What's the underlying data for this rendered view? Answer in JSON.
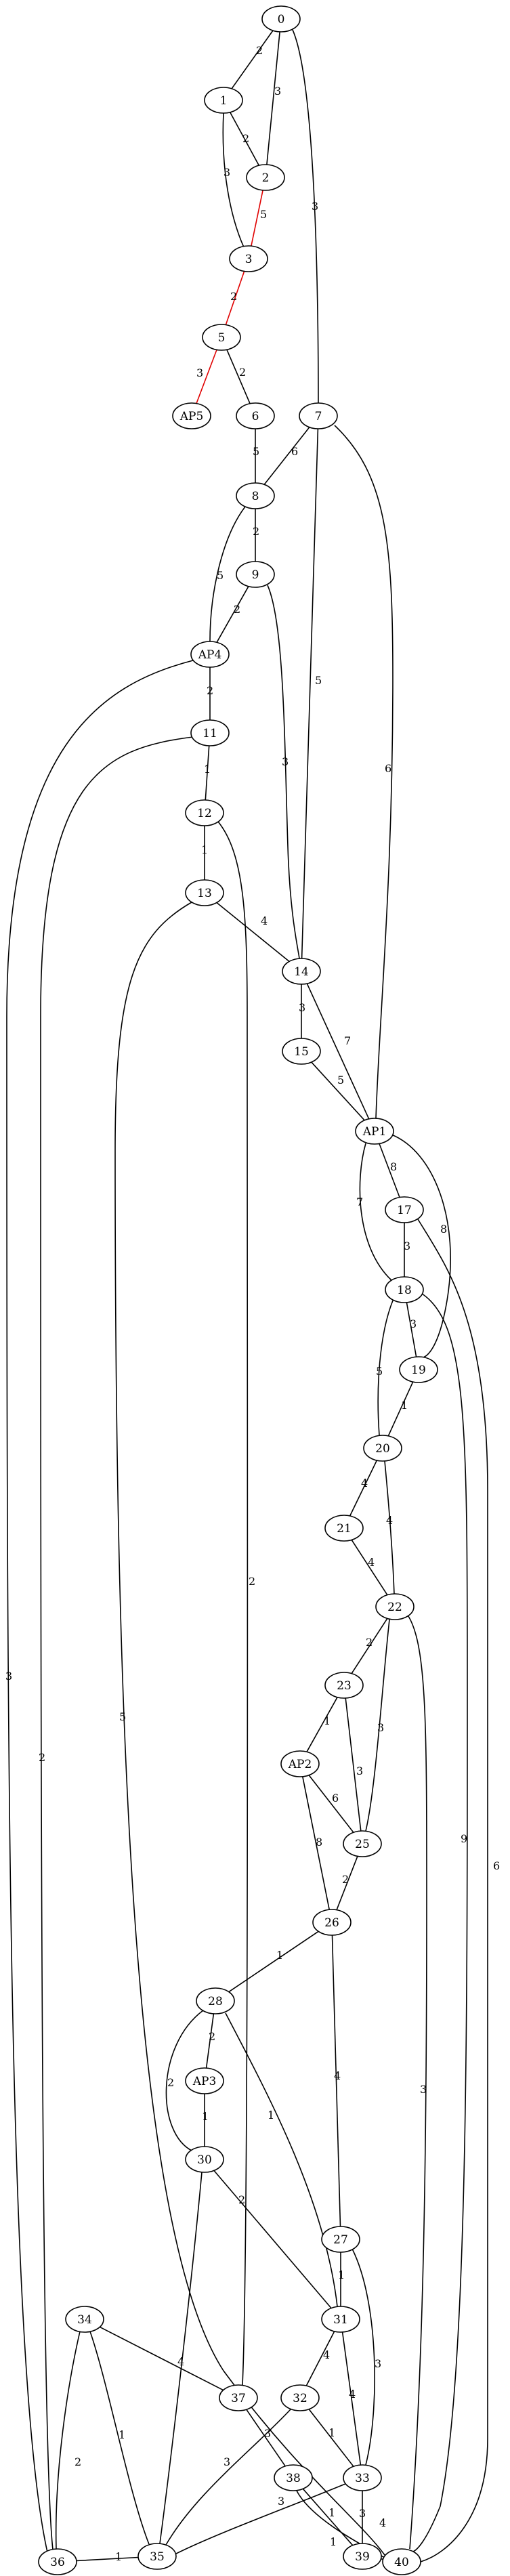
{
  "nodes": [
    {
      "id": "0",
      "label": "0"
    },
    {
      "id": "1",
      "label": "1"
    },
    {
      "id": "2",
      "label": "2"
    },
    {
      "id": "3",
      "label": "3"
    },
    {
      "id": "5",
      "label": "5"
    },
    {
      "id": "AP5",
      "label": "AP5"
    },
    {
      "id": "6",
      "label": "6"
    },
    {
      "id": "7",
      "label": "7"
    },
    {
      "id": "8",
      "label": "8"
    },
    {
      "id": "9",
      "label": "9"
    },
    {
      "id": "AP4",
      "label": "AP4"
    },
    {
      "id": "11",
      "label": "11"
    },
    {
      "id": "12",
      "label": "12"
    },
    {
      "id": "13",
      "label": "13"
    },
    {
      "id": "14",
      "label": "14"
    },
    {
      "id": "15",
      "label": "15"
    },
    {
      "id": "AP1",
      "label": "AP1"
    },
    {
      "id": "17",
      "label": "17"
    },
    {
      "id": "18",
      "label": "18"
    },
    {
      "id": "19",
      "label": "19"
    },
    {
      "id": "20",
      "label": "20"
    },
    {
      "id": "21",
      "label": "21"
    },
    {
      "id": "22",
      "label": "22"
    },
    {
      "id": "23",
      "label": "23"
    },
    {
      "id": "AP2",
      "label": "AP2"
    },
    {
      "id": "25",
      "label": "25"
    },
    {
      "id": "26",
      "label": "26"
    },
    {
      "id": "28",
      "label": "28"
    },
    {
      "id": "AP3",
      "label": "AP3"
    },
    {
      "id": "30",
      "label": "30"
    },
    {
      "id": "27",
      "label": "27"
    },
    {
      "id": "31",
      "label": "31"
    },
    {
      "id": "34",
      "label": "34"
    },
    {
      "id": "37",
      "label": "37"
    },
    {
      "id": "32",
      "label": "32"
    },
    {
      "id": "38",
      "label": "38"
    },
    {
      "id": "33",
      "label": "33"
    },
    {
      "id": "39",
      "label": "39"
    },
    {
      "id": "35",
      "label": "35"
    },
    {
      "id": "36",
      "label": "36"
    },
    {
      "id": "40",
      "label": "40"
    }
  ],
  "edges": [
    {
      "from": "0",
      "to": "1",
      "weight": "2"
    },
    {
      "from": "0",
      "to": "2",
      "weight": "3"
    },
    {
      "from": "0",
      "to": "7",
      "weight": "3"
    },
    {
      "from": "1",
      "to": "2",
      "weight": "2"
    },
    {
      "from": "1",
      "to": "3",
      "weight": "3"
    },
    {
      "from": "2",
      "to": "3",
      "weight": "5",
      "highlight": true
    },
    {
      "from": "3",
      "to": "5",
      "weight": "2",
      "highlight": true
    },
    {
      "from": "5",
      "to": "AP5",
      "weight": "3",
      "highlight": true
    },
    {
      "from": "5",
      "to": "6",
      "weight": "2"
    },
    {
      "from": "6",
      "to": "8",
      "weight": "5"
    },
    {
      "from": "7",
      "to": "8",
      "weight": "6"
    },
    {
      "from": "7",
      "to": "14",
      "weight": "5"
    },
    {
      "from": "7",
      "to": "AP1",
      "weight": "6"
    },
    {
      "from": "8",
      "to": "9",
      "weight": "2"
    },
    {
      "from": "8",
      "to": "AP4",
      "weight": "5"
    },
    {
      "from": "9",
      "to": "AP4",
      "weight": "2"
    },
    {
      "from": "9",
      "to": "14",
      "weight": "3"
    },
    {
      "from": "AP4",
      "to": "11",
      "weight": "2"
    },
    {
      "from": "AP4",
      "to": "36",
      "weight": "3"
    },
    {
      "from": "11",
      "to": "12",
      "weight": "1"
    },
    {
      "from": "11",
      "to": "36",
      "weight": "2"
    },
    {
      "from": "12",
      "to": "13",
      "weight": "1"
    },
    {
      "from": "12",
      "to": "37",
      "weight": "2"
    },
    {
      "from": "13",
      "to": "14",
      "weight": "4"
    },
    {
      "from": "13",
      "to": "40",
      "weight": "5"
    },
    {
      "from": "14",
      "to": "15",
      "weight": "3"
    },
    {
      "from": "14",
      "to": "AP1",
      "weight": "7"
    },
    {
      "from": "15",
      "to": "AP1",
      "weight": "5"
    },
    {
      "from": "AP1",
      "to": "17",
      "weight": "8"
    },
    {
      "from": "AP1",
      "to": "18",
      "weight": "7"
    },
    {
      "from": "AP1",
      "to": "19",
      "weight": "8"
    },
    {
      "from": "17",
      "to": "18",
      "weight": "3"
    },
    {
      "from": "17",
      "to": "40",
      "weight": "6"
    },
    {
      "from": "18",
      "to": "19",
      "weight": "3"
    },
    {
      "from": "18",
      "to": "20",
      "weight": "5"
    },
    {
      "from": "18",
      "to": "40",
      "weight": "9"
    },
    {
      "from": "19",
      "to": "20",
      "weight": "1"
    },
    {
      "from": "20",
      "to": "21",
      "weight": "4"
    },
    {
      "from": "20",
      "to": "22",
      "weight": "4"
    },
    {
      "from": "21",
      "to": "22",
      "weight": "4"
    },
    {
      "from": "22",
      "to": "23",
      "weight": "2"
    },
    {
      "from": "22",
      "to": "25",
      "weight": "3"
    },
    {
      "from": "22",
      "to": "40",
      "weight": "3"
    },
    {
      "from": "23",
      "to": "AP2",
      "weight": "1"
    },
    {
      "from": "23",
      "to": "25",
      "weight": "3"
    },
    {
      "from": "AP2",
      "to": "25",
      "weight": "6"
    },
    {
      "from": "AP2",
      "to": "26",
      "weight": "8"
    },
    {
      "from": "25",
      "to": "26",
      "weight": "2"
    },
    {
      "from": "26",
      "to": "28",
      "weight": "1"
    },
    {
      "from": "26",
      "to": "27",
      "weight": "4"
    },
    {
      "from": "28",
      "to": "AP3",
      "weight": "2"
    },
    {
      "from": "28",
      "to": "30",
      "weight": "2"
    },
    {
      "from": "28",
      "to": "31",
      "weight": "1"
    },
    {
      "from": "AP3",
      "to": "30",
      "weight": "1"
    },
    {
      "from": "30",
      "to": "31",
      "weight": "2"
    },
    {
      "from": "30",
      "to": "35",
      "weight": "4"
    },
    {
      "from": "27",
      "to": "31",
      "weight": "1"
    },
    {
      "from": "27",
      "to": "33",
      "weight": "3"
    },
    {
      "from": "31",
      "to": "32",
      "weight": "4"
    },
    {
      "from": "31",
      "to": "33",
      "weight": "4"
    },
    {
      "from": "34",
      "to": "37",
      "weight": ""
    },
    {
      "from": "34",
      "to": "35",
      "weight": "1"
    },
    {
      "from": "34",
      "to": "36",
      "weight": "2"
    },
    {
      "from": "37",
      "to": "38",
      "weight": "3"
    },
    {
      "from": "32",
      "to": "33",
      "weight": "1"
    },
    {
      "from": "32",
      "to": "35",
      "weight": "3"
    },
    {
      "from": "38",
      "to": "39",
      "weight": "1"
    },
    {
      "from": "38",
      "to": "40",
      "weight": "1"
    },
    {
      "from": "33",
      "to": "39",
      "weight": "3"
    },
    {
      "from": "33",
      "to": "35",
      "weight": "3"
    },
    {
      "from": "39",
      "to": "40",
      "weight": "4"
    },
    {
      "from": "35",
      "to": "36",
      "weight": "1"
    }
  ],
  "colors": {
    "highlight": "#e00000",
    "stroke": "#000000",
    "background": "#ffffff"
  }
}
